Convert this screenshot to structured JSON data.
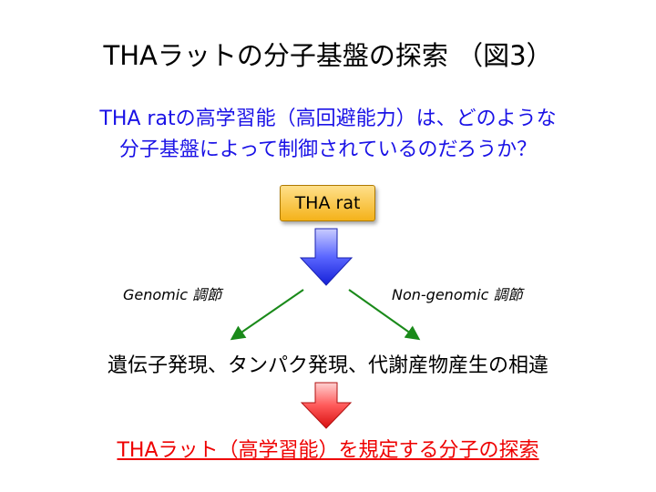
{
  "slide": {
    "title": "THAラットの分子基盤の探索 （図3）",
    "question_line1": "THA ratの高学習能（高回避能力）は、どのような",
    "question_line2": "分子基盤によって制御されているのだろうか？",
    "box_label": "THA rat",
    "left_label": "Genomic 調節",
    "right_label": "Non-genomic 調節",
    "result_text": "遺伝子発現、タンパク発現、代謝産物産生の相違",
    "conclusion_text": "THAラット（高学習能）を規定する分子の探索"
  },
  "colors": {
    "question": "#1a12e6",
    "box_fill": "#f4b21a",
    "blue_arrow": "#2a3cf0",
    "green_arrow": "#1a8a1a",
    "red_arrow": "#ee1a1a",
    "conclusion": "#ee0000"
  }
}
